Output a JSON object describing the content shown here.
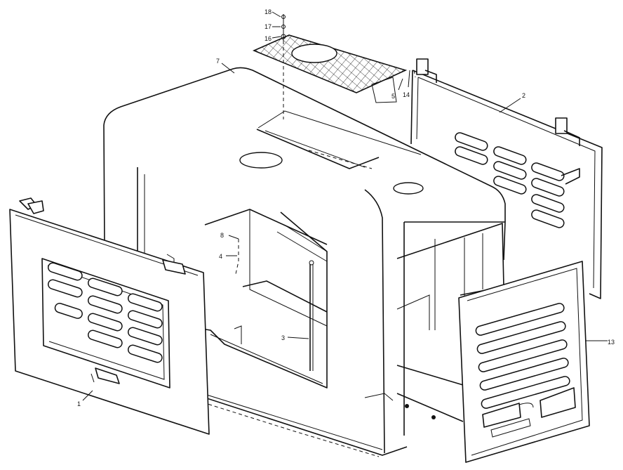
{
  "labels": {
    "p18": "18",
    "p17": "17",
    "p16": "16",
    "p7": "7",
    "p5": "5",
    "p14": "14",
    "p2": "2",
    "p8": "8",
    "p4": "4",
    "p3": "3",
    "p13": "13",
    "p1": "1"
  },
  "colors": {
    "ink": "#111111",
    "paper": "#ffffff"
  }
}
